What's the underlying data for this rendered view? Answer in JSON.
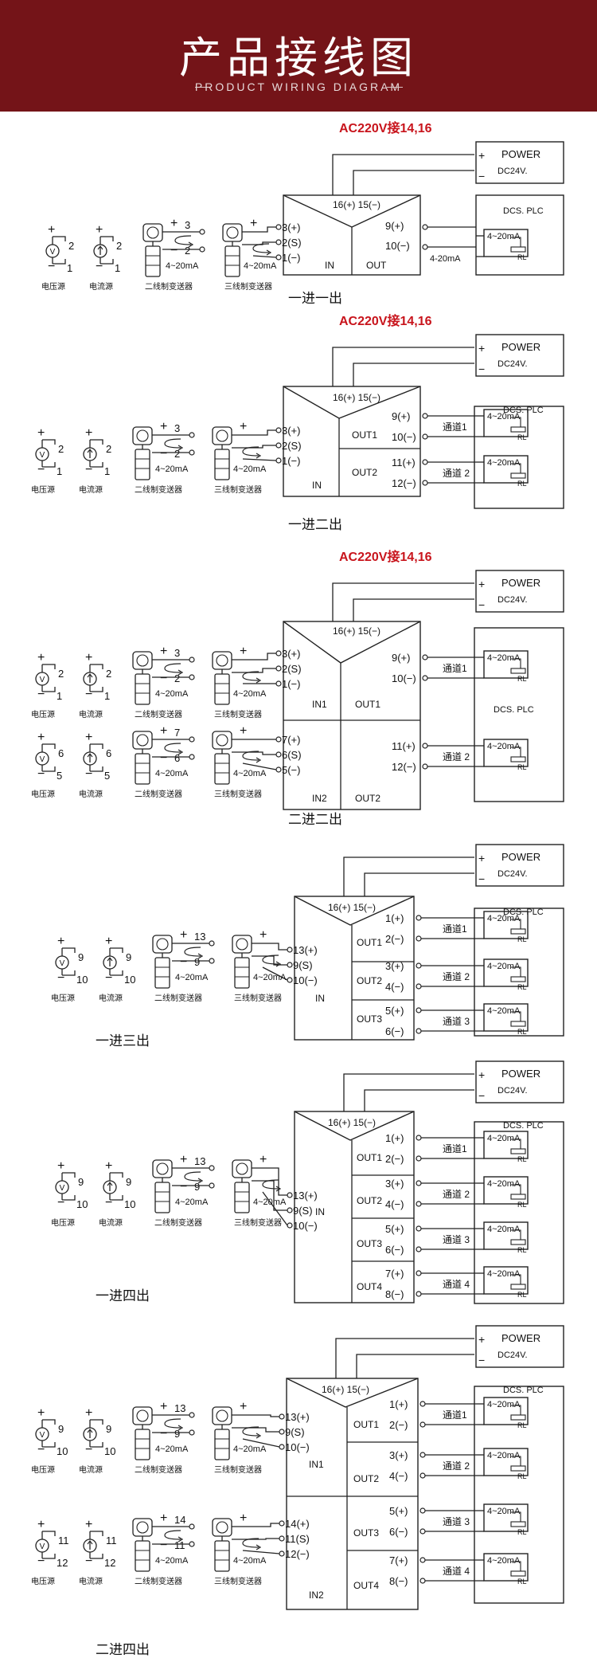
{
  "header": {
    "title": "产品接线图",
    "subtitle": "PRODUCT WIRING DIAGRAM"
  },
  "colors": {
    "header_bg": "#741418",
    "accent_red": "#c8141c",
    "line": "#222222"
  },
  "common": {
    "ac_note": "AC220V接14,16",
    "power": "POWER",
    "dc": "DC24V.",
    "dcs": "DCS. PLC",
    "ma": "4~20mA",
    "ma_out": "4-20mA",
    "rl": "RL",
    "src_voltage": "电压源",
    "src_current": "电流源",
    "tx2": "二线制变送器",
    "tx3": "三线制变送器",
    "in": "IN",
    "in1": "IN1",
    "in2": "IN2",
    "out": "OUT",
    "top_pins": "16(+)  15(−)",
    "plus": "+",
    "minus": "−"
  },
  "sections": [
    {
      "title": "一进一出"
    },
    {
      "title": "一进二出"
    },
    {
      "title": "二进二出"
    },
    {
      "title": "一进三出"
    },
    {
      "title": "一进四出"
    },
    {
      "title": "二进四出"
    }
  ],
  "channels": [
    "通道1",
    "通道 2",
    "通道 3",
    "通道 4"
  ],
  "outs": [
    "OUT1",
    "OUT2",
    "OUT3",
    "OUT4"
  ],
  "out_pins": [
    [
      "9(+)",
      "10(−)"
    ],
    [
      "11(+)",
      "12(−)"
    ]
  ],
  "out_pins_multi": [
    [
      "1(+)",
      "2(−)"
    ],
    [
      "3(+)",
      "4(−)"
    ],
    [
      "5(+)",
      "6(−)"
    ],
    [
      "7(+)",
      "8(−)"
    ]
  ],
  "input_groups": [
    {
      "pins": [
        "3(+)",
        "2(S)",
        "1(−)"
      ],
      "hi": "3",
      "mid": "2",
      "lo": "1"
    },
    {
      "pins": [
        "7(+)",
        "6(S)",
        "5(−)"
      ],
      "hi": "7",
      "mid": "6",
      "lo": "5"
    },
    {
      "pins": [
        "13(+)",
        "9(S)",
        "10(−)"
      ],
      "hi": "13",
      "mid": "9",
      "lo": "10"
    },
    {
      "pins": [
        "14(+)",
        "11(S)",
        "12(−)"
      ],
      "hi": "14",
      "mid": "11",
      "lo": "12"
    }
  ]
}
